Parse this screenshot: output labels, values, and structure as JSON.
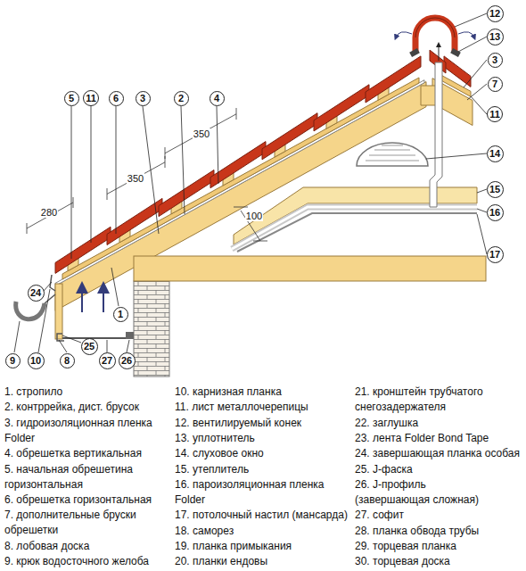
{
  "diagram": {
    "nodes": [
      {
        "text": [
          "12"
        ]
      },
      {
        "text": [
          "13"
        ]
      },
      {
        "text": [
          "5"
        ]
      },
      {
        "text": [
          "11"
        ]
      },
      {
        "text": [
          "6"
        ]
      },
      {
        "text": [
          "3"
        ]
      },
      {
        "text": [
          "2"
        ]
      },
      {
        "text": [
          "4"
        ]
      },
      {
        "text": [
          "3"
        ]
      },
      {
        "text": [
          "7"
        ]
      },
      {
        "text": [
          "11"
        ]
      },
      {
        "text": [
          "14"
        ]
      },
      {
        "text": [
          "15"
        ]
      },
      {
        "text": [
          "16"
        ]
      },
      {
        "text": [
          "17"
        ]
      },
      {
        "text": [
          "1"
        ]
      },
      {
        "text": [
          "24"
        ]
      },
      {
        "text": [
          "25"
        ]
      },
      {
        "text": [
          "8"
        ]
      },
      {
        "text": [
          "9"
        ]
      },
      {
        "text": [
          "10"
        ]
      },
      {
        "text": [
          "27"
        ]
      },
      {
        "text": [
          "26"
        ]
      }
    ],
    "labels": [
      "350",
      "350",
      "280",
      "100",
      "1. стропило",
      "2. контррейка, дист. брусок",
      "3. гидроизоляционная пленка Folder",
      "4. обрешетка вертикальная",
      "5. начальная обрешетина горизонтальная",
      "6. обрешетка горизонтальная",
      "7. дополнительные бруски обрешетки",
      "8. лобовая доска",
      "9. крюк водосточного желоба",
      "10. карнизная планка",
      "11. лист металлочерепицы",
      "12. вентилируемый конек",
      "13. уплотнитель",
      "14. слуховое окно",
      "15. утеплитель",
      "16. пароизоляционная пленка Folder",
      "17. потолочный настил (мансарда)",
      "18. саморез",
      "19. планка примыкания",
      "20. планки ендовы",
      "21. кронштейн трубчатого снегозадержателя",
      "22. заглушка",
      "23. лента Folder Bond Tape",
      "24. завершающая планка особая",
      "25. J-фаска",
      "26. J-профиль (завершающая сложная)",
      "27. софит",
      "28. планка обвода трубы",
      "29. торцевая планка",
      "30. торцевая доска"
    ]
  }
}
